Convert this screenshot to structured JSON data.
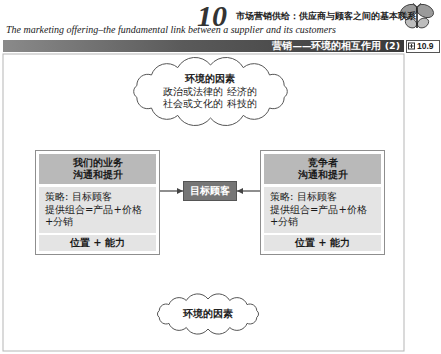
{
  "diagram": {
    "title": "营销——环境的相互作用 (2)",
    "nodes": [
      {
        "text": [
          "环境的因素",
          "政治或法律的 经济的 社会或文化的 科技的"
        ]
      },
      {
        "text": [
          "我们的业务 沟通和提升",
          "策略: 目标顾客 提供组合=产品+价格 +分销",
          "位置 + 能力"
        ]
      },
      {
        "text": [
          "目标顾客"
        ]
      },
      {
        "text": [
          "竞争者 沟通和提升",
          "策略: 目标顾客 提供组合=产品+价格 +分销",
          "位置 + 能力"
        ]
      },
      {
        "text": [
          "环境的因素"
        ]
      }
    ],
    "edges": [
      {
        "from": 1,
        "to": 2,
        "arrow": "to"
      },
      {
        "from": 3,
        "to": 2,
        "arrow": "to"
      }
    ],
    "labels": [
      "10",
      "市场营销供给：供应商与顾客之间的基本联系",
      "The marketing offering–the fundamental link between a supplier and its customers",
      "10.9"
    ]
  }
}
